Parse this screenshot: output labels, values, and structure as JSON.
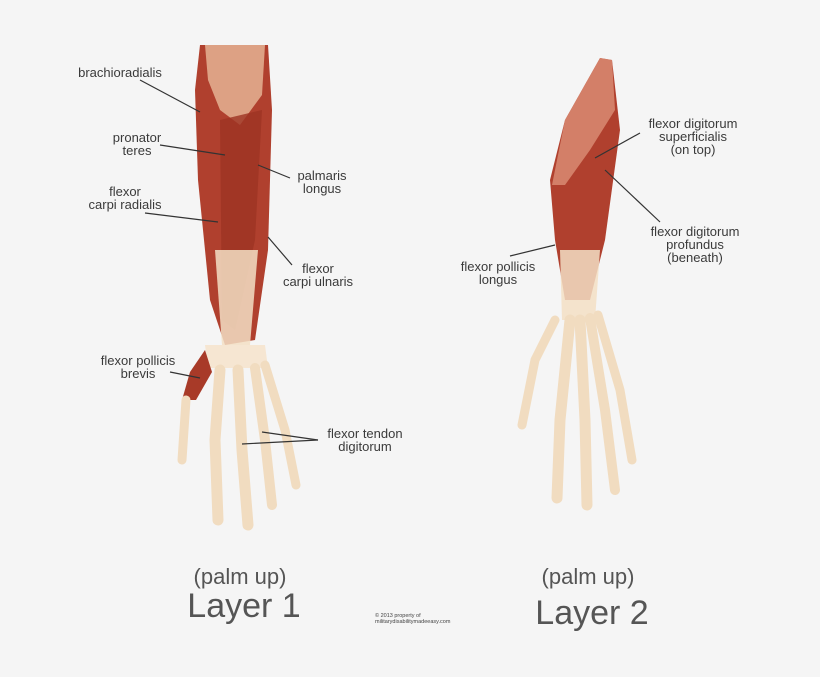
{
  "colors": {
    "background": "#f5f5f5",
    "muscle": "#b0402e",
    "muscle_dark": "#8e2a1e",
    "tendon": "#f3dfc4",
    "bone": "#f1dcc0",
    "text": "#3a3a3a"
  },
  "layer1": {
    "caption": "(palm up)",
    "title": "Layer 1",
    "labels": {
      "brachioradialis": "brachioradialis",
      "pronator_teres": [
        "pronator",
        "teres"
      ],
      "palmaris_longus": [
        "palmaris",
        "longus"
      ],
      "flexor_carpi_radialis": [
        "flexor",
        "carpi radialis"
      ],
      "flexor_carpi_ulnaris": [
        "flexor",
        "carpi ulnaris"
      ],
      "flexor_pollicis_brevis": [
        "flexor pollicis",
        "brevis"
      ],
      "flexor_tendon_digitorum": [
        "flexor tendon",
        "digitorum"
      ]
    }
  },
  "layer2": {
    "caption": "(palm up)",
    "title": "Layer 2",
    "labels": {
      "flexor_digitorum_superficialis": [
        "flexor digitorum",
        "superficialis",
        "(on top)"
      ],
      "flexor_digitorum_profundus": [
        "flexor digitorum",
        "profundus",
        "(beneath)"
      ],
      "flexor_pollicis_longus": [
        "flexor pollicis",
        "longus"
      ]
    }
  },
  "copyright": [
    "© 2013 property of",
    "militarydisabilitymadeeasy.com"
  ]
}
